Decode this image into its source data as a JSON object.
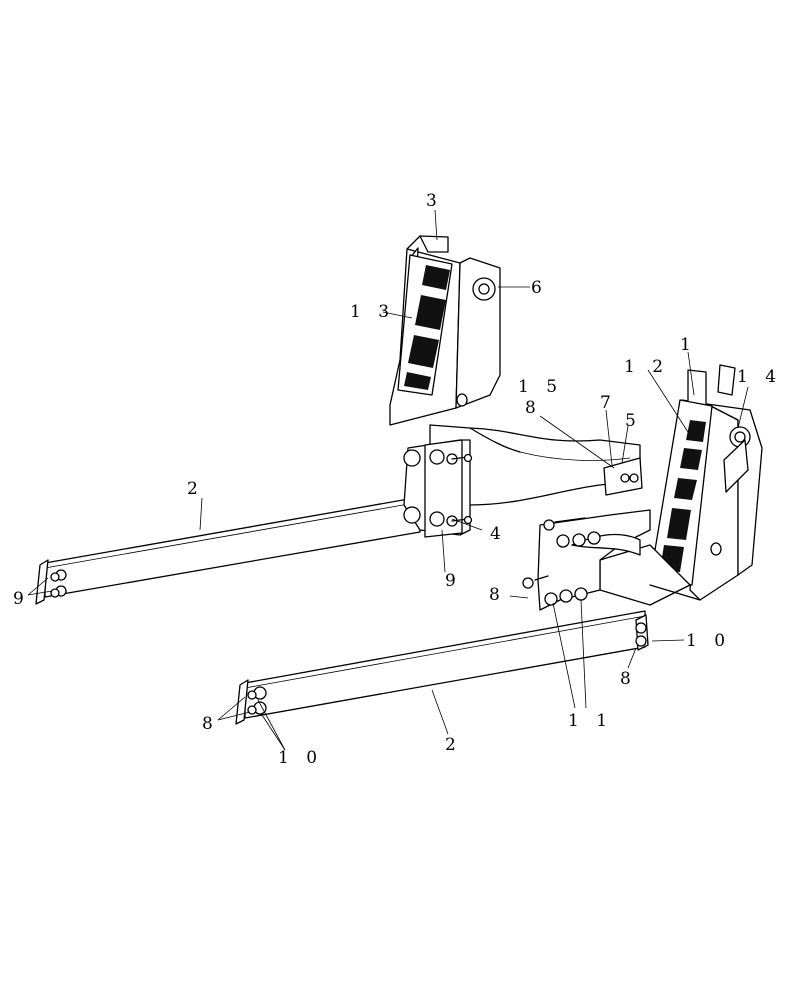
{
  "part_labels": {
    "p1": "1",
    "p2a": "2",
    "p2b": "2",
    "p3": "3",
    "p4": "4",
    "p5": "5",
    "p6": "6",
    "p7": "7",
    "p8a": "8",
    "p8b": "8",
    "p8c": "8",
    "p8d": "8",
    "p9a": "9",
    "p9b": "9",
    "p10a": "1 0",
    "p10b": "1 0",
    "p11": "1 1",
    "p12": "1 2",
    "p13": "1 3",
    "p14": "1 4",
    "p15": "1 5"
  }
}
